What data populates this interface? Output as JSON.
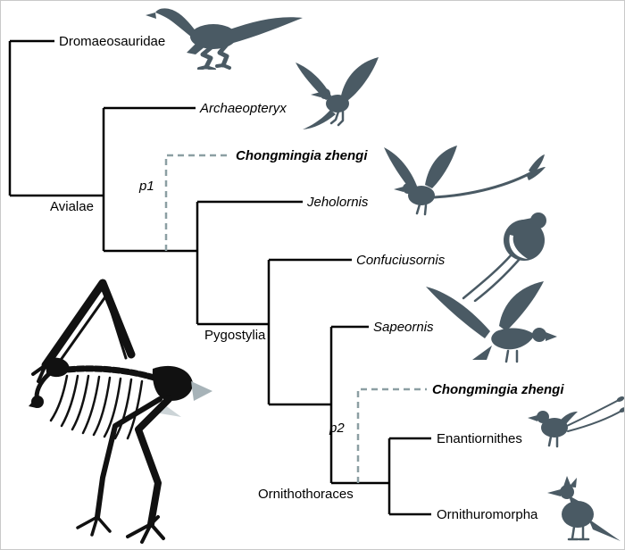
{
  "figure": {
    "type": "phylogenetic-cladogram",
    "colors": {
      "background": "#ffffff",
      "branch": "#000000",
      "alternative_branch": "#8c9fa3",
      "silhouette": "#4a5a64",
      "skeleton": "#111111",
      "text": "#000000"
    },
    "tips": [
      {
        "label": "Dromaeosauridae",
        "italic": false
      },
      {
        "label": "Archaeopteryx",
        "italic": true
      },
      {
        "label": "Jeholornis",
        "italic": true
      },
      {
        "label": "Confuciusornis",
        "italic": true
      },
      {
        "label": "Sapeornis",
        "italic": true
      },
      {
        "label": "Enantiornithes",
        "italic": false
      },
      {
        "label": "Ornithuromorpha",
        "italic": false
      }
    ],
    "clades": [
      {
        "label": "Avialae"
      },
      {
        "label": "Pygostylia"
      },
      {
        "label": "Ornithothoraces"
      }
    ],
    "alternative_placements": [
      {
        "label": "p1",
        "taxon": "Chongmingia zhengi"
      },
      {
        "label": "p2",
        "taxon": "Chongmingia zhengi"
      }
    ],
    "silhouettes": [
      "dromaeosaurid-silhouette",
      "archaeopteryx-silhouette",
      "jeholornis-silhouette",
      "confuciusornis-silhouette",
      "sapeornis-silhouette",
      "enantiornithes-silhouette",
      "ornithuromorpha-silhouette",
      "chongmingia-skeleton-illustration"
    ]
  }
}
